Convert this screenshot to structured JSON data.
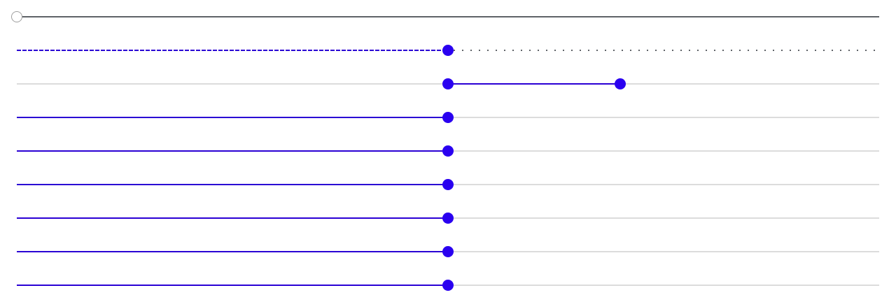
{
  "colors": {
    "accent": "#2a00f0",
    "fill": "#2a00d4",
    "track": "#dcdcdc",
    "track_dark": "#5f6368"
  },
  "sliders": [
    {
      "variant": "dark-track",
      "values": [
        0
      ]
    },
    {
      "variant": "dashed-fill-dotted-track",
      "values": [
        0.5
      ]
    },
    {
      "variant": "range",
      "values": [
        0.5,
        0.7
      ]
    },
    {
      "variant": "standard",
      "values": [
        0.5
      ]
    },
    {
      "variant": "standard",
      "values": [
        0.5
      ]
    },
    {
      "variant": "standard",
      "values": [
        0.5
      ]
    },
    {
      "variant": "standard",
      "values": [
        0.5
      ]
    },
    {
      "variant": "standard",
      "values": [
        0.5
      ]
    },
    {
      "variant": "standard",
      "values": [
        0.5
      ]
    }
  ]
}
